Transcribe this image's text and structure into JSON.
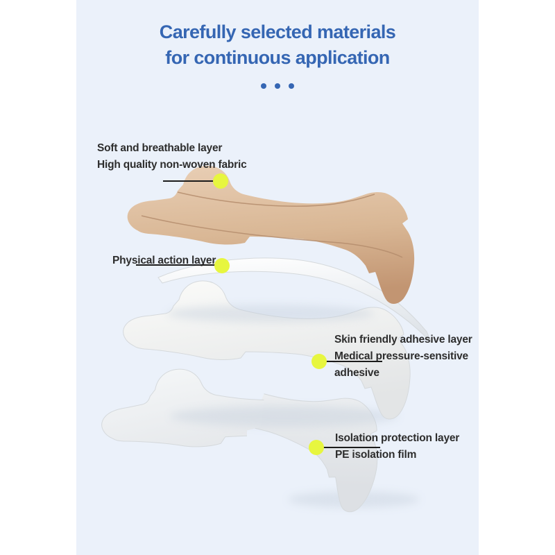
{
  "header": {
    "title_line1": "Carefully selected materials",
    "title_line2": "for continuous application",
    "separator_dots_count": 3
  },
  "annotations": [
    {
      "label": "Soft and breathable layer",
      "sublabel": "High quality non-woven fabric"
    },
    {
      "label": "Physical action layer",
      "sublabel": ""
    },
    {
      "label": "Skin friendly adhesive layer",
      "sublabel": "Medical pressure-sensitive adhesive"
    },
    {
      "label": "Isolation protection layer",
      "sublabel": "PE isolation film"
    }
  ],
  "colors": {
    "background": "#ffffff",
    "panel": "#ebf1fa",
    "title": "#3566b3",
    "label_text": "#2d2d2d",
    "leader_line": "#1b1b1b",
    "marker": "#e7f63f",
    "fabric_light": "#e9cfb6",
    "fabric_mid": "#d9b795",
    "fabric_dark": "#c29572",
    "fabric_seam": "#b48c6c",
    "arc_light": "#ffffff",
    "arc_dark": "#dfe4e9",
    "adhesive_light": "#fbfbf9",
    "adhesive_dark": "#e3e5e6",
    "film_light": "#f5f7f8",
    "film_dark": "#dde0e4",
    "layer_edge": "#d5d9dc",
    "shadow": "#c6d0dd"
  }
}
